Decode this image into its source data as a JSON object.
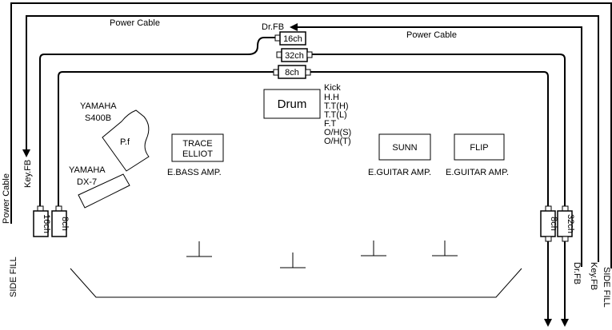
{
  "cables": {
    "power_cable_top_left": "Power Cable",
    "power_cable_top_right": "Power Cable",
    "power_cable_left_vertical": "Power Cable"
  },
  "feeds": {
    "dr_fb_top": "Dr.FB",
    "key_fb_left": "Key.FB",
    "side_fill_left": "SIDE FILL",
    "dr_fb_right": "Dr.FB",
    "key_fb_right": "Key.FB",
    "side_fill_right": "SIDE FILL"
  },
  "connectors": {
    "top_16ch": "16ch",
    "top_32ch": "32ch",
    "top_8ch": "8ch",
    "left_16ch": "16ch",
    "left_8ch": "8ch",
    "right_8ch": "8ch",
    "right_32ch": "32ch"
  },
  "equipment": {
    "drum": "Drum",
    "drum_mics": [
      "Kick",
      "H.H",
      "T.T(H)",
      "T.T(L)",
      "F.T",
      "O/H(S)",
      "O/H(T)"
    ],
    "piano_brand": "YAMAHA",
    "piano_model": "S400B",
    "piano_label": "P.f",
    "synth_brand": "YAMAHA",
    "synth_model": "DX-7",
    "bass_amp_line1": "TRACE",
    "bass_amp_line2": "ELLIOT",
    "bass_amp_caption": "E.BASS AMP.",
    "guitar_amp1": "SUNN",
    "guitar_amp1_caption": "E.GUITAR AMP.",
    "guitar_amp2": "FLIP",
    "guitar_amp2_caption": "E.GUITAR AMP."
  }
}
